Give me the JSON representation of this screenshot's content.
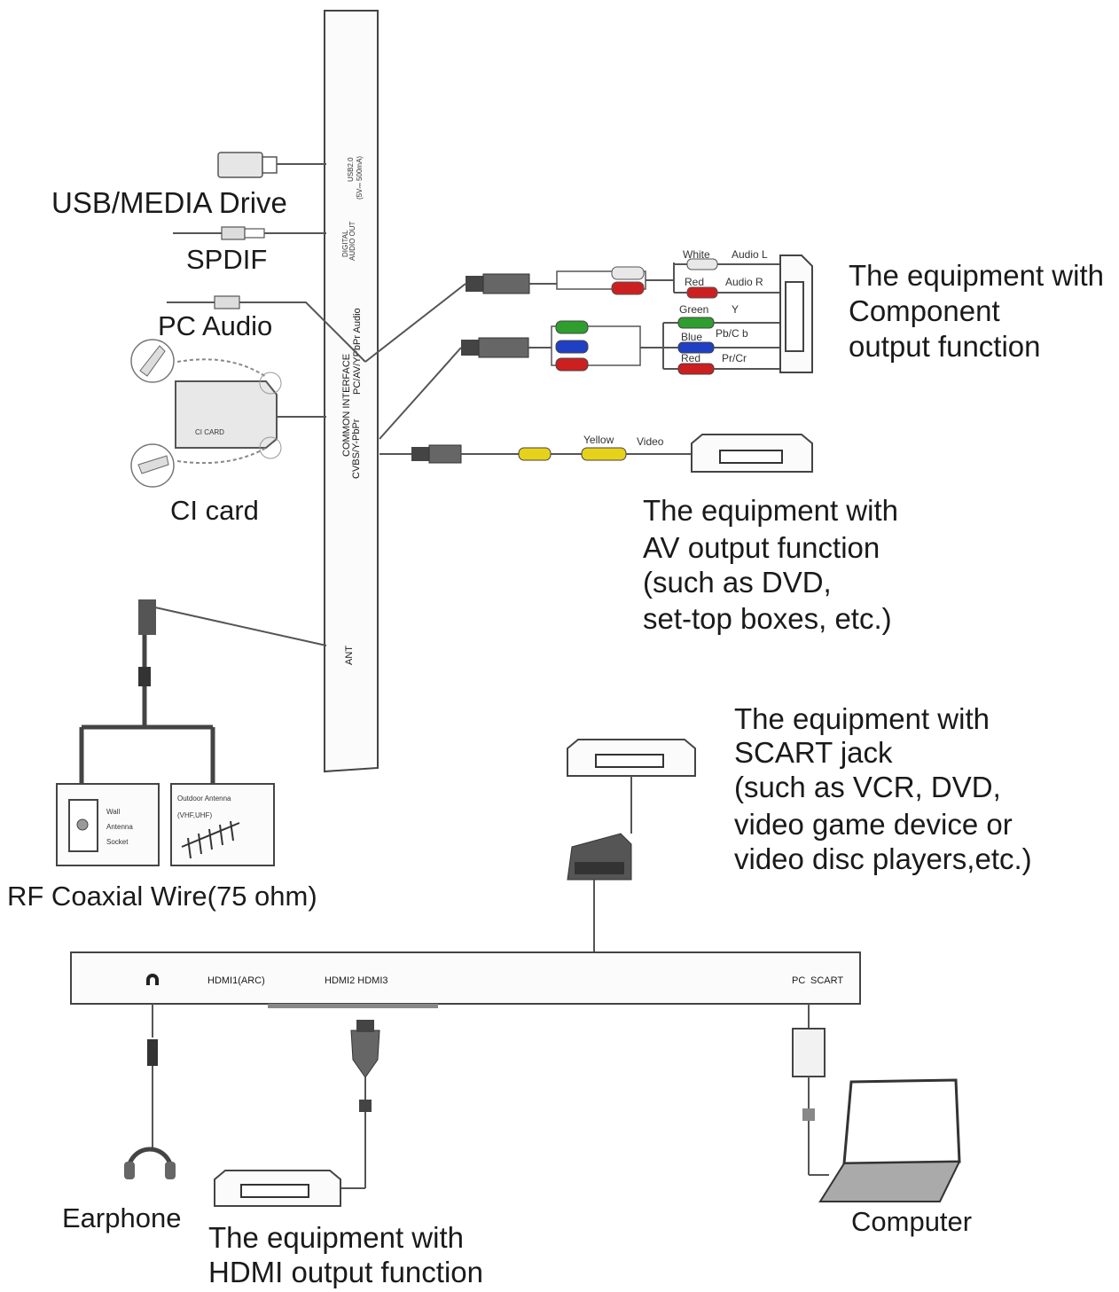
{
  "panel_side": {
    "port_usb": "USB2.0",
    "port_usb_power": "(5V⎓ 500mA)",
    "port_digital_audio_1": "DIGITAL",
    "port_digital_audio_2": "AUDIO OUT",
    "port_pc_audio": "PC/AV/YPbPr Audio",
    "port_common_interface": "COMMON INTERFACE",
    "port_cvbs": "CVBS/Y-PbPr",
    "port_ant": "ANT"
  },
  "panel_bottom": {
    "port_hdmi1": "HDMI1(ARC)",
    "port_hdmi23": "HDMI2 HDMI3",
    "port_pc": "PC",
    "port_scart": "SCART"
  },
  "left_labels": {
    "usb": "USB/MEDIA Drive",
    "spdif": "SPDIF",
    "pc_audio": "PC Audio",
    "ci_card": "CI card",
    "ci_card_chip": "CI CARD",
    "rf": "RF Coaxial  Wire(75 ohm)",
    "wall_antenna_1": "Wall",
    "wall_antenna_2": "Antenna",
    "wall_antenna_3": "Socket",
    "outdoor_antenna_1": "Outdoor Antenna",
    "outdoor_antenna_2": "(VHF,UHF)"
  },
  "component": {
    "cable_white": "White",
    "cable_red_audio": "Red",
    "cable_green": "Green",
    "cable_blue": "Blue",
    "cable_red_video": "Red",
    "audio_l": "Audio L",
    "audio_r": "Audio R",
    "y": "Y",
    "pb": "Pb/C b",
    "pr": "Pr/Cr",
    "label_line1": "The equipment with",
    "label_line2": "Component",
    "label_line3": "output function"
  },
  "av": {
    "cable_yellow": "Yellow",
    "video": "Video",
    "label_line1": "The equipment with",
    "label_line2": "AV output function",
    "label_line3": "(such as DVD,",
    "label_line4": "set-top boxes, etc.)"
  },
  "scart": {
    "label_line1": "The equipment with",
    "label_line2": "SCART jack",
    "label_line3": "(such as VCR, DVD,",
    "label_line4": "video game device or",
    "label_line5": "video disc players,etc.)"
  },
  "bottom_labels": {
    "earphone": "Earphone",
    "hdmi_line1": "The equipment with",
    "hdmi_line2": "HDMI output function",
    "computer": "Computer"
  },
  "colors": {
    "white_plug": "#e8e8e8",
    "red_plug": "#cc1f1f",
    "green_plug": "#2e9e2e",
    "blue_plug": "#1f3fc4",
    "yellow_plug": "#e6d21a"
  }
}
